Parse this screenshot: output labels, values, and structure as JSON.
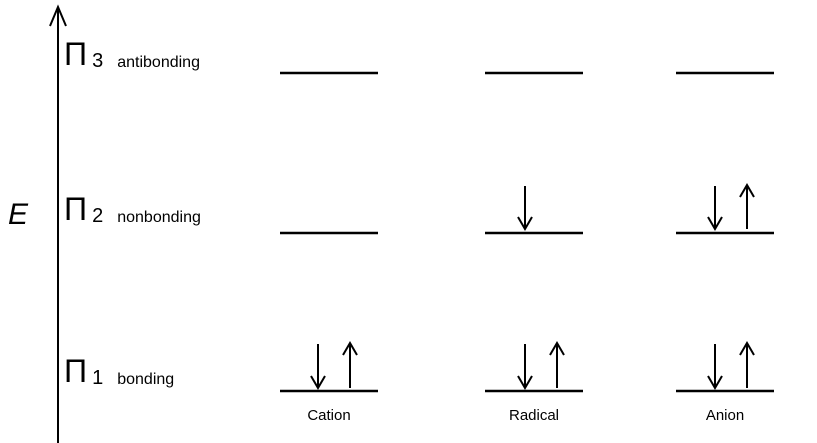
{
  "diagram": {
    "type": "molecular-orbital-energy-level-diagram",
    "axis": {
      "label": "E",
      "direction": "up"
    },
    "orbitals": [
      {
        "symbol": "Π",
        "subscript": "3",
        "name": "antibonding"
      },
      {
        "symbol": "Π",
        "subscript": "2",
        "name": "nonbonding"
      },
      {
        "symbol": "Π",
        "subscript": "1",
        "name": "bonding"
      }
    ],
    "species": [
      {
        "label": "Cation",
        "electrons": {
          "antibonding": [],
          "nonbonding": [],
          "bonding": [
            "down",
            "up"
          ]
        }
      },
      {
        "label": "Radical",
        "electrons": {
          "antibonding": [],
          "nonbonding": [
            "down"
          ],
          "bonding": [
            "down",
            "up"
          ]
        }
      },
      {
        "label": "Anion",
        "electrons": {
          "antibonding": [],
          "nonbonding": [
            "down",
            "up"
          ],
          "bonding": [
            "down",
            "up"
          ]
        }
      }
    ],
    "colors": {
      "ink": "#000000",
      "background": "#ffffff"
    }
  }
}
